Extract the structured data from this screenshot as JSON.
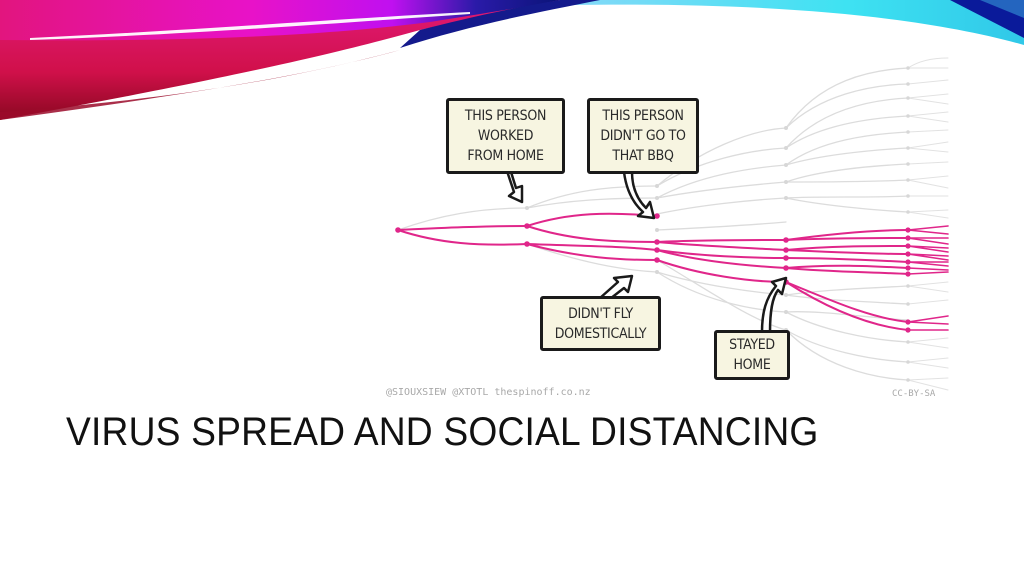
{
  "slide": {
    "title": "VIRUS SPREAD AND SOCIAL DISTANCING",
    "theme_colors": {
      "ribbon_left": "#e0138a",
      "ribbon_magenta": "#ee10e8",
      "ribbon_dark_red": "#9b0a2a",
      "ribbon_navy": "#101a8a",
      "ribbon_cyan": "#3ee2f2",
      "background": "#ffffff"
    }
  },
  "illustration": {
    "callouts": [
      {
        "id": "worked-from-home",
        "text": "THIS PERSON\nWORKED\nFROM HOME"
      },
      {
        "id": "didnt-go-bbq",
        "text": "THIS PERSON\nDIDN'T GO TO\nTHAT BBQ"
      },
      {
        "id": "didnt-fly",
        "text": "DIDN'T FLY\nDOMESTICALLY"
      },
      {
        "id": "stayed-home",
        "text": "STAYED\nHOME"
      }
    ],
    "credit_left": "@SIOUXSIEW @XTOTL thespinoff.co.nz",
    "credit_right": "CC-BY-SA",
    "colors": {
      "infected_line": "#e0268a",
      "healthy_line": "#dcdcdc",
      "callout_fill": "#f7f5e1",
      "callout_border": "#1a1a1a"
    }
  }
}
